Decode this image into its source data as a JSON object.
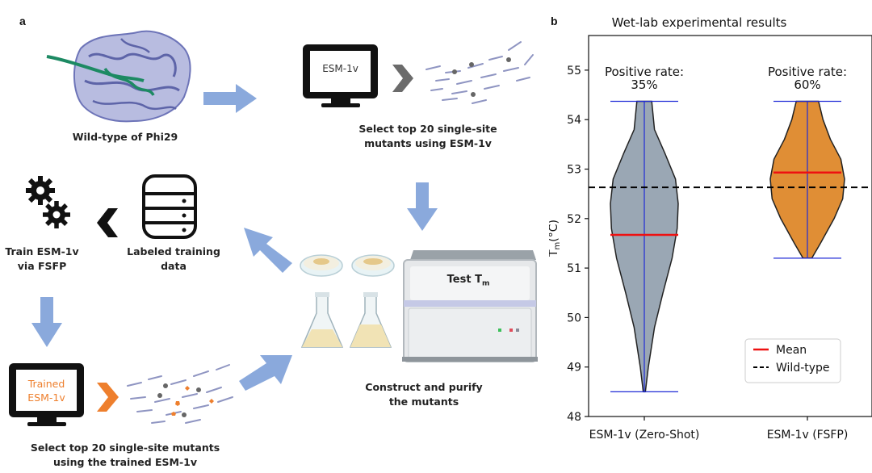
{
  "panel_a": {
    "letter": "a",
    "wild_type_label": "Wild-type of Phi29",
    "monitor1_text": "ESM-1v",
    "select_top_label_line1": "Select top 20 single-site",
    "select_top_label_line2": "mutants using ESM-1v",
    "labeled_data_line1": "Labeled training",
    "labeled_data_line2": "data",
    "train_line1": "Train ESM-1v",
    "train_line2": "via FSFP",
    "test_tm_label": "Test T",
    "test_tm_sub": "m",
    "construct_line1": "Construct and purify",
    "construct_line2": "the mutants",
    "monitor2_line1": "Trained",
    "monitor2_line2": "ESM-1v",
    "select_trained_line1": "Select top 20 single-site mutants",
    "select_trained_line2": "using the trained ESM-1v",
    "colors": {
      "arrow": "#8aa9dc",
      "orange": "#ee7f2d",
      "gray_chevron": "#6b6b6b"
    }
  },
  "panel_b": {
    "letter": "b"
  },
  "chart_data": {
    "type": "violin",
    "title": "Wet-lab experimental results",
    "ylabel": "T",
    "ylabel_sub": "m",
    "ylabel_unit": "(°C)",
    "ylim": [
      48,
      55.7
    ],
    "yticks": [
      "48",
      "49",
      "50",
      "51",
      "52",
      "53",
      "54",
      "55"
    ],
    "categories": [
      "ESM-1v (Zero-Shot)",
      "ESM-1v (FSFP)"
    ],
    "series": [
      {
        "name": "ESM-1v (Zero-Shot)",
        "min": 48.5,
        "max": 54.37,
        "mean": 51.67,
        "color": "#9aa7b4",
        "positive_rate_label": "Positive rate:",
        "positive_rate": "35%"
      },
      {
        "name": "ESM-1v (FSFP)",
        "min": 51.2,
        "max": 54.37,
        "mean": 52.93,
        "color": "#e08e35",
        "positive_rate_label": "Positive rate:",
        "positive_rate": "60%"
      }
    ],
    "wild_type": 52.63,
    "legend": {
      "position": "lower-right",
      "mean_label": "Mean",
      "wild_label": "Wild-type"
    },
    "colors": {
      "mean": "#ee1111",
      "range": "#1f2ad6",
      "wild": "#000000"
    }
  }
}
